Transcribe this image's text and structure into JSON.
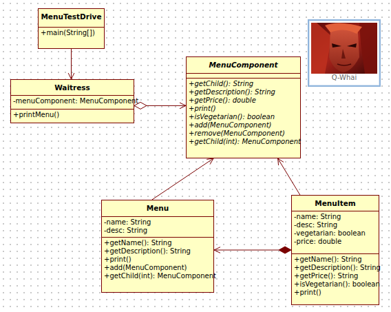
{
  "diagram": {
    "nodes": [
      {
        "text": [
          "MenuTestDrive",
          "+main(String[])"
        ]
      },
      {
        "text": [
          "Q-Whai"
        ]
      },
      {
        "text": [
          "Waitress",
          "-menuComponent: MenuComponent",
          "+printMenu()"
        ]
      },
      {
        "text": [
          "MenuComponent",
          "+getChild(): String",
          "+getDescription(): String",
          "+getPrice(): double",
          "+print()",
          "+isVegetarian(): boolean",
          "+add(MenuComponent)",
          "+remove(MenuComponent)",
          "+getChild(int): MenuComponent"
        ]
      },
      {
        "text": [
          "Menu",
          "-name: String",
          "-desc: String",
          "+getName(): String",
          "+getDescription(): String",
          "+print()",
          "+add(MenuComponent)",
          "+getChild(int): MenuComponent"
        ]
      },
      {
        "text": [
          "MenuItem",
          "-name: String",
          "-desc: String",
          "-vegetarian: boolean",
          "-price: double",
          "+getName(): String",
          "+getDescription(): String",
          "+getPrice(): String",
          "+isVegetarian(): boolean",
          "+print()"
        ]
      }
    ],
    "edges": [
      {
        "from": 0,
        "to": 2,
        "arrow": "to"
      },
      {
        "from": 2,
        "to": 3,
        "arrow": "both"
      },
      {
        "from": 4,
        "to": 3,
        "arrow": "to"
      },
      {
        "from": 5,
        "to": 3,
        "arrow": "to"
      },
      {
        "from": 5,
        "to": 4,
        "arrow": "both"
      }
    ]
  }
}
